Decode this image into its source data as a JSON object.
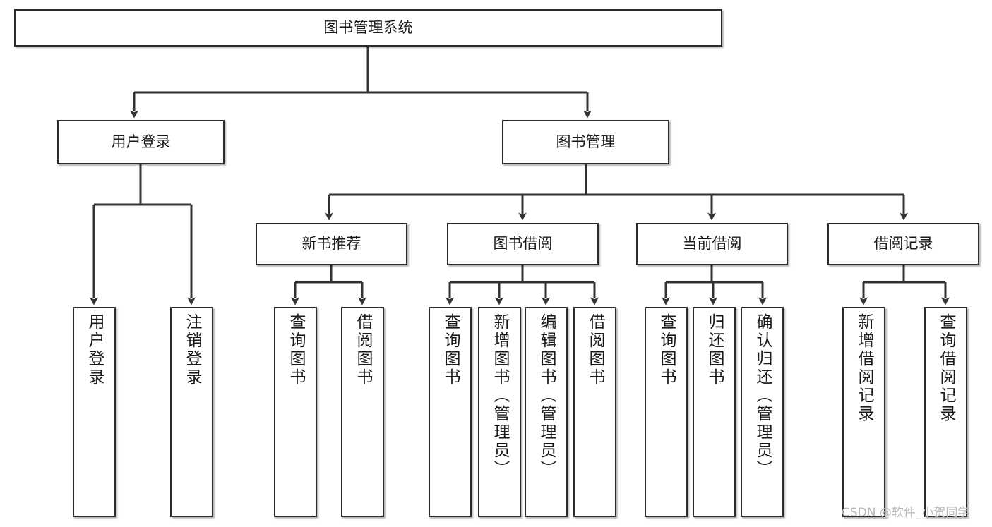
{
  "diagram": {
    "type": "tree",
    "title": "图书管理系统",
    "watermark": "CSDN @软件_小贺同学",
    "colors": {
      "box_border": "#2b2b2b",
      "box_fill": "#ffffff",
      "line": "#333333",
      "text": "#1a1a1a",
      "watermark": "#b9b9b9",
      "background": "#ffffff"
    },
    "levels": {
      "root": {
        "label": "图书管理系统"
      },
      "level2": [
        {
          "id": "login",
          "label": "用户登录"
        },
        {
          "id": "book_mgmt",
          "label": "图书管理"
        }
      ],
      "level3": [
        {
          "id": "new_book_rec",
          "label": "新书推荐",
          "parent": "book_mgmt"
        },
        {
          "id": "book_borrow",
          "label": "图书借阅",
          "parent": "book_mgmt"
        },
        {
          "id": "current_borrow",
          "label": "当前借阅",
          "parent": "book_mgmt"
        },
        {
          "id": "borrow_record",
          "label": "借阅记录",
          "parent": "book_mgmt"
        }
      ],
      "leaves": [
        {
          "id": "l1",
          "label": "用户登录",
          "parent": "login"
        },
        {
          "id": "l2",
          "label": "注销登录",
          "parent": "login"
        },
        {
          "id": "l3",
          "label": "查询图书",
          "parent": "new_book_rec"
        },
        {
          "id": "l4",
          "label": "借阅图书",
          "parent": "new_book_rec"
        },
        {
          "id": "l5",
          "label": "查询图书",
          "parent": "book_borrow"
        },
        {
          "id": "l6",
          "label": "新增图书（管理员）",
          "parent": "book_borrow"
        },
        {
          "id": "l7",
          "label": "编辑图书（管理员）",
          "parent": "book_borrow"
        },
        {
          "id": "l8",
          "label": "借阅图书",
          "parent": "book_borrow"
        },
        {
          "id": "l9",
          "label": "查询图书",
          "parent": "current_borrow"
        },
        {
          "id": "l10",
          "label": "归还图书",
          "parent": "current_borrow"
        },
        {
          "id": "l11",
          "label": "确认归还（管理员）",
          "parent": "current_borrow"
        },
        {
          "id": "l12",
          "label": "新增借阅记录",
          "parent": "borrow_record"
        },
        {
          "id": "l13",
          "label": "查询借阅记录",
          "parent": "borrow_record"
        }
      ]
    }
  }
}
